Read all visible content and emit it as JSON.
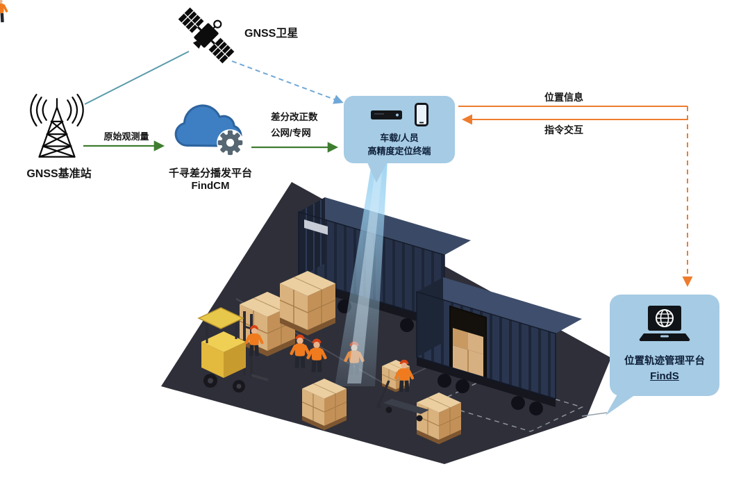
{
  "labels": {
    "satellite": "GNSS卫星",
    "base_station": "GNSS基准站",
    "raw_observation": "原始观测量",
    "cloud_platform": "千寻差分播发平台",
    "cloud_platform_name": "FindCM",
    "correction_line1": "差分改正数",
    "correction_line2": "公网/专网",
    "terminal_line1": "车载/人员",
    "terminal_line2": "高精度定位终端",
    "position_info": "位置信息",
    "command_interaction": "指令交互",
    "platform": "位置轨迹管理平台",
    "platform_name": "FindS"
  },
  "colors": {
    "bubble_background": "#a6cbe4",
    "bubble_text": "#0d1e38",
    "cloud_blue": "#3d7fc2",
    "gear_gray": "#566672",
    "green_arrow": "#3e7d2f",
    "orange_arrow": "#ee7c2e",
    "satellite_link_teal": "#5b9bab",
    "satellite_link_dashed_blue": "#6fa8d8",
    "yard_ground": "#2e2f39",
    "container_navy": "#27324a",
    "box_tan": "#d9b27e",
    "forklift_yellow": "#e8c84a"
  },
  "icons": {
    "satellite": "gnss-satellite-icon",
    "base_station": "antenna-tower-icon",
    "cloud_gear": "cloud-gear-icon",
    "vehicle_receiver": "vehicle-terminal-icon",
    "smartphone": "smartphone-icon",
    "laptop_globe": "laptop-globe-icon"
  }
}
